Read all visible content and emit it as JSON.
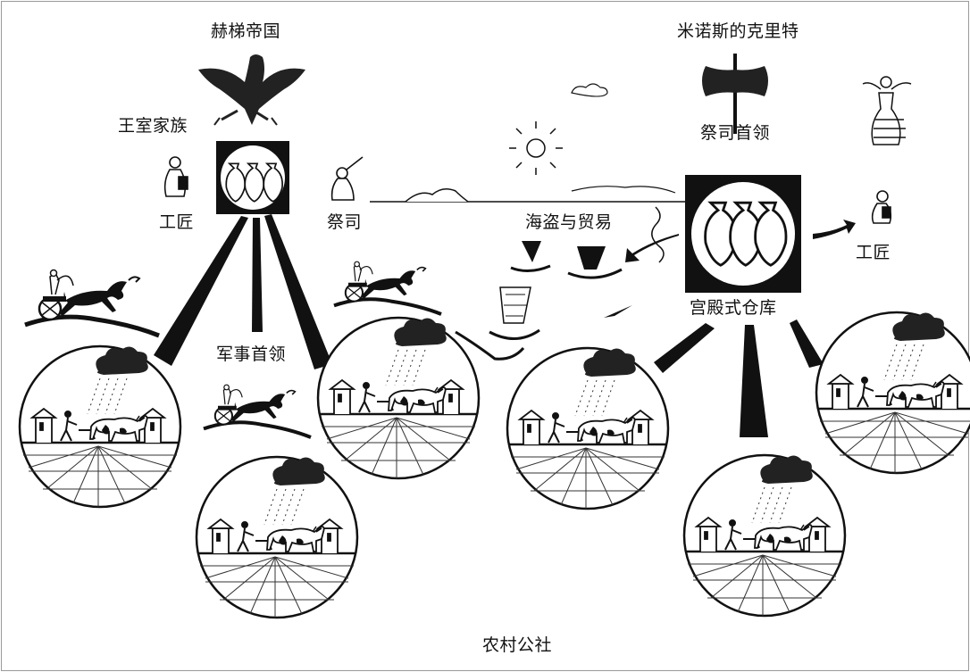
{
  "labels": {
    "hittite_empire": "赫梯帝国",
    "royal_family": "王室家族",
    "artisan_left": "工匠",
    "priest": "祭司",
    "military_leader": "军事首领",
    "minoan_crete": "米诺斯的克里特",
    "priest_leader": "祭司首领",
    "piracy_trade": "海盗与贸易",
    "artisan_right": "工匠",
    "palace_storehouse": "宫殿式仓库",
    "village_commune": "农村公社"
  },
  "icons": [
    "eagle-emblem-icon",
    "double-axe-icon",
    "snake-goddess-icon",
    "amphora-storehouse-icon",
    "chariot-icon",
    "ship-icon",
    "sun-icon",
    "cloud-icon",
    "artisan-figure-icon",
    "priest-figure-icon",
    "plowing-farmer-icon",
    "storm-cloud-icon",
    "arrow-icon"
  ],
  "colors": {
    "ink": "#111111",
    "paper": "#ffffff",
    "frame": "#9a9a9a"
  }
}
